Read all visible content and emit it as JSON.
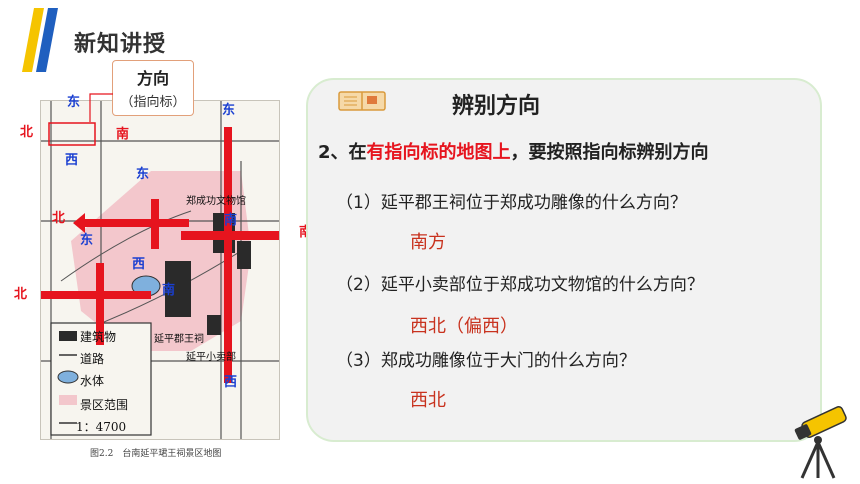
{
  "header": {
    "title": "新知讲授"
  },
  "map": {
    "direction_label": {
      "title": "方向",
      "subtitle": "（指向标）"
    },
    "place_labels": [
      "郑成功文物馆",
      "延平郡王祠",
      "延平小卖部"
    ],
    "legend": [
      "建筑物",
      "道路",
      "水体",
      "景区范围"
    ],
    "scale": "1：4700",
    "caption": "图2.2　台南延平珺王祠景区地图",
    "compass_words": {
      "east": "东",
      "west": "西",
      "south": "南",
      "north": "北"
    }
  },
  "card": {
    "title": "辨别方向",
    "rule_prefix": "2、在",
    "rule_highlight": "有指向标的地图上",
    "rule_suffix": "，要按照指向标辨别方向",
    "questions": [
      {
        "q": "（1）延平郡王祠位于郑成功雕像的什么方向？",
        "a": "南方"
      },
      {
        "q": "（2）延平小卖部位于郑成功文物馆的什么方向？",
        "a": "西北（偏西）"
      },
      {
        "q": "（3）郑成功雕像位于大门的什么方向？",
        "a": "西北"
      }
    ]
  },
  "colors": {
    "accent_red": "#e6141e",
    "accent_blue": "#1a3fd1",
    "logo_yellow": "#f5c400",
    "logo_blue": "#1f5fbf"
  }
}
